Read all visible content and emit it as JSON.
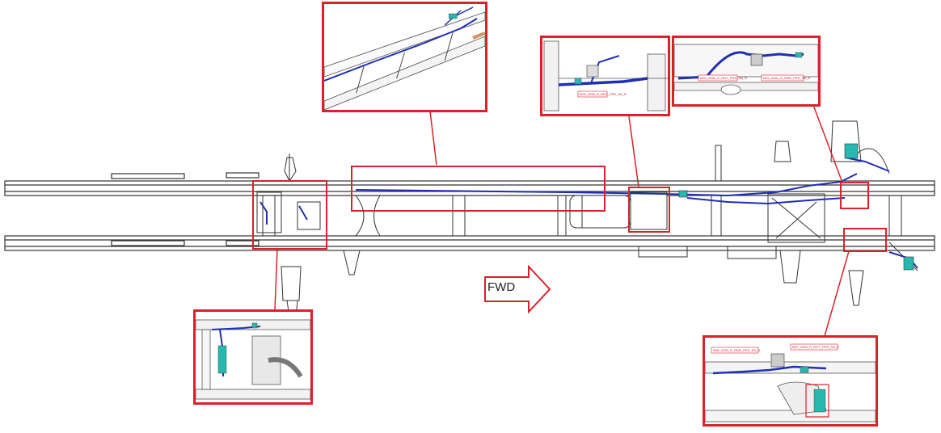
{
  "diagram": {
    "direction_label": "FWD",
    "colors": {
      "callout": "#d8232a",
      "harness": "#1f2fb5",
      "frame_line": "#333333",
      "connector": "#28b8b0"
    },
    "callout_tags": {
      "top_right_a": "M93_0083_R_RDY_PRS_SN_R",
      "top_right_b": "M94_0084_R_RNR_PRS_SN_R",
      "top_mid": "M95_0083_R_RDY_PRS_SN_R",
      "bottom_right_a": "M96_0083_R_RNR_PRS_SN_R",
      "bottom_right_b": "M97_0084_R_RDY_PRS_SN_R"
    }
  }
}
